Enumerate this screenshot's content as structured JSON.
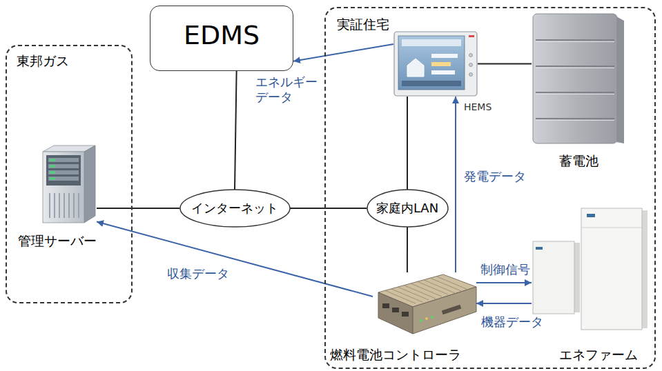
{
  "diagram": {
    "nodes": [
      {
        "text": [
          "EDMS"
        ]
      },
      {
        "text": [
          "東邦ガス"
        ]
      },
      {
        "text": [
          "管理サーバー"
        ],
        "in": 1
      },
      {
        "text": [
          "実証住宅"
        ]
      },
      {
        "text": [
          "HEMS"
        ],
        "in": 3
      },
      {
        "text": [
          "蓄電池"
        ],
        "in": 3
      },
      {
        "text": [
          "インターネット"
        ]
      },
      {
        "text": [
          "家庭内LAN"
        ],
        "in": 3
      },
      {
        "text": [
          "燃料電池コントローラ"
        ],
        "in": 3
      },
      {
        "text": [
          "エネファーム"
        ],
        "in": 3
      }
    ],
    "edges": [
      {
        "from": 0,
        "to": 6,
        "arrow": "none"
      },
      {
        "from": 2,
        "to": 6,
        "arrow": "none"
      },
      {
        "from": 6,
        "to": 7,
        "arrow": "none"
      },
      {
        "from": 4,
        "to": 5,
        "arrow": "none"
      },
      {
        "from": 4,
        "to": 7,
        "arrow": "none"
      },
      {
        "from": 7,
        "to": 8,
        "arrow": "none"
      },
      {
        "from": 4,
        "to": 0,
        "arrow": "to",
        "label": "エネルギー データ"
      },
      {
        "from": 8,
        "to": 4,
        "arrow": "to",
        "label": "発電データ"
      },
      {
        "from": 8,
        "to": 2,
        "arrow": "to",
        "label": "収集データ"
      },
      {
        "from": 8,
        "to": 9,
        "arrow": "to",
        "label": "制御信号"
      },
      {
        "from": 9,
        "to": 8,
        "arrow": "to",
        "label": "機器データ"
      }
    ]
  }
}
